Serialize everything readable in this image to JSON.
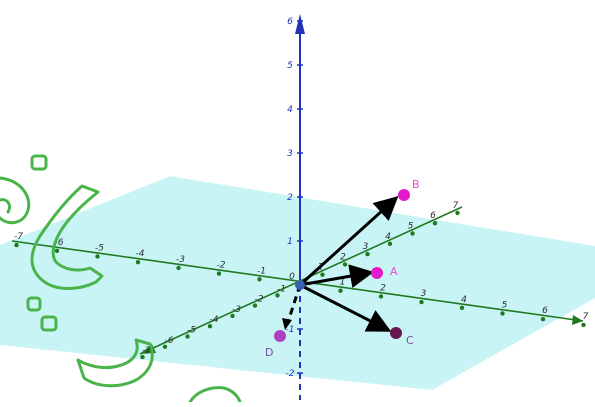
{
  "colors": {
    "background": "#ffffff",
    "plane_fill": "#c9f4f6",
    "x_axis": "#1f7a1f",
    "y_axis": "#1f7a1f",
    "z_axis": "#2233bb",
    "vector": "#000000",
    "point_magenta": "#e419c9",
    "point_dark": "#6a1450",
    "point_purple": "#b13fc1",
    "label_magenta": "#e34fd0",
    "label_purple": "#7a4aa0",
    "doodle": "#49b449",
    "origin_point": "#3b5fb0"
  },
  "axes": {
    "z_ticks": [
      "6",
      "5",
      "4",
      "3",
      "2",
      "1",
      "0",
      "-1",
      "-2"
    ],
    "x_ticks_negative": [
      "-7",
      "-6",
      "-5",
      "-4",
      "-3",
      "-2",
      "-1"
    ],
    "x_ticks_positive": [
      "1",
      "2",
      "3",
      "4",
      "5",
      "6",
      "7"
    ],
    "y_ticks_negative": [
      "-1",
      "-2",
      "-3",
      "-4",
      "-5",
      "-6",
      "-7"
    ],
    "y_ticks_positive": [
      "1",
      "2",
      "3",
      "4",
      "5",
      "6",
      "7"
    ],
    "origin_label": "0"
  },
  "points": {
    "A": "A",
    "B": "B",
    "C": "C",
    "D": "D"
  },
  "icons": {
    "doodles": "freehand-strokes"
  }
}
